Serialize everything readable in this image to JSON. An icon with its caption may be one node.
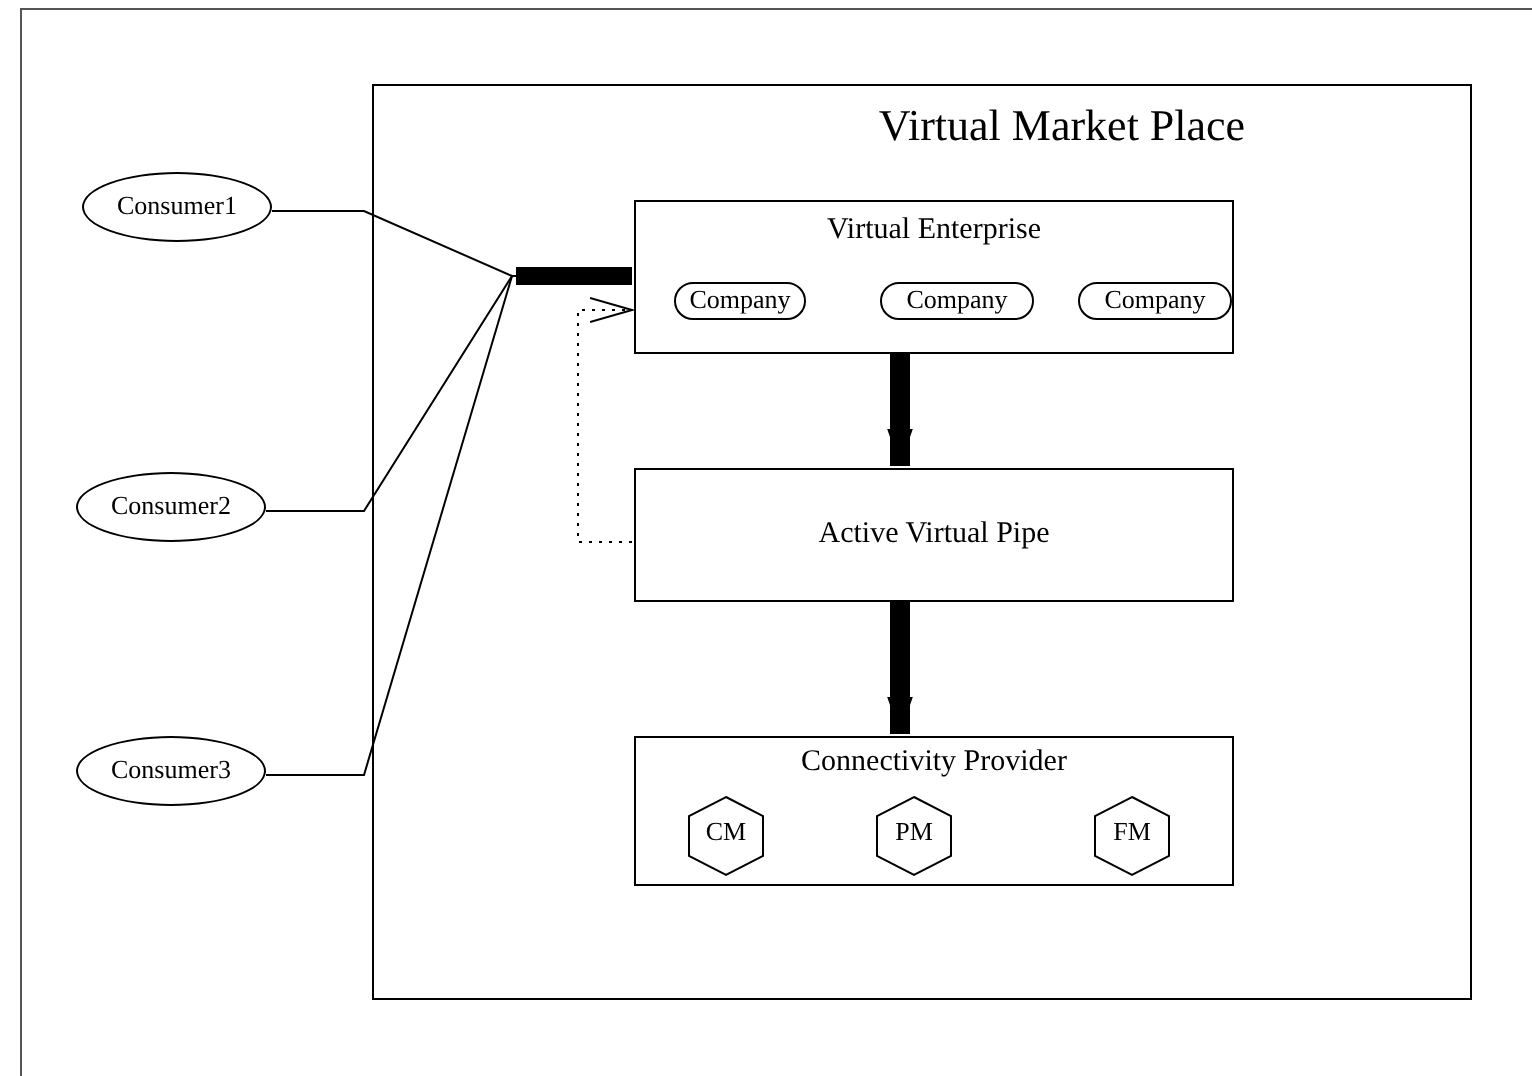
{
  "diagram": {
    "nodes": [
      {
        "text": [
          "Virtual Market Place"
        ]
      },
      {
        "text": [
          "Virtual Enterprise"
        ],
        "in": 0
      },
      {
        "text": [
          "Company"
        ],
        "in": 1
      },
      {
        "text": [
          "Company"
        ],
        "in": 1
      },
      {
        "text": [
          "Company"
        ],
        "in": 1
      },
      {
        "text": [
          "Active Virtual Pipe"
        ],
        "in": 0
      },
      {
        "text": [
          "Connectivity Provider"
        ],
        "in": 0
      },
      {
        "text": [
          "CM"
        ],
        "in": 6
      },
      {
        "text": [
          "PM"
        ],
        "in": 6
      },
      {
        "text": [
          "FM"
        ],
        "in": 6
      },
      {
        "text": [
          "Consumer1"
        ]
      },
      {
        "text": [
          "Consumer2"
        ]
      },
      {
        "text": [
          "Consumer3"
        ]
      }
    ],
    "edges": [
      {
        "from": 10,
        "to": 1,
        "arrow": "none"
      },
      {
        "from": 11,
        "to": 1,
        "arrow": "none"
      },
      {
        "from": 12,
        "to": 1,
        "arrow": "none"
      },
      {
        "from": 1,
        "to": 5,
        "arrow": "to",
        "style": "thick"
      },
      {
        "from": 5,
        "to": 6,
        "arrow": "to",
        "style": "thick"
      },
      {
        "from": 5,
        "to": 1,
        "arrow": "to",
        "style": "dashed"
      }
    ]
  }
}
